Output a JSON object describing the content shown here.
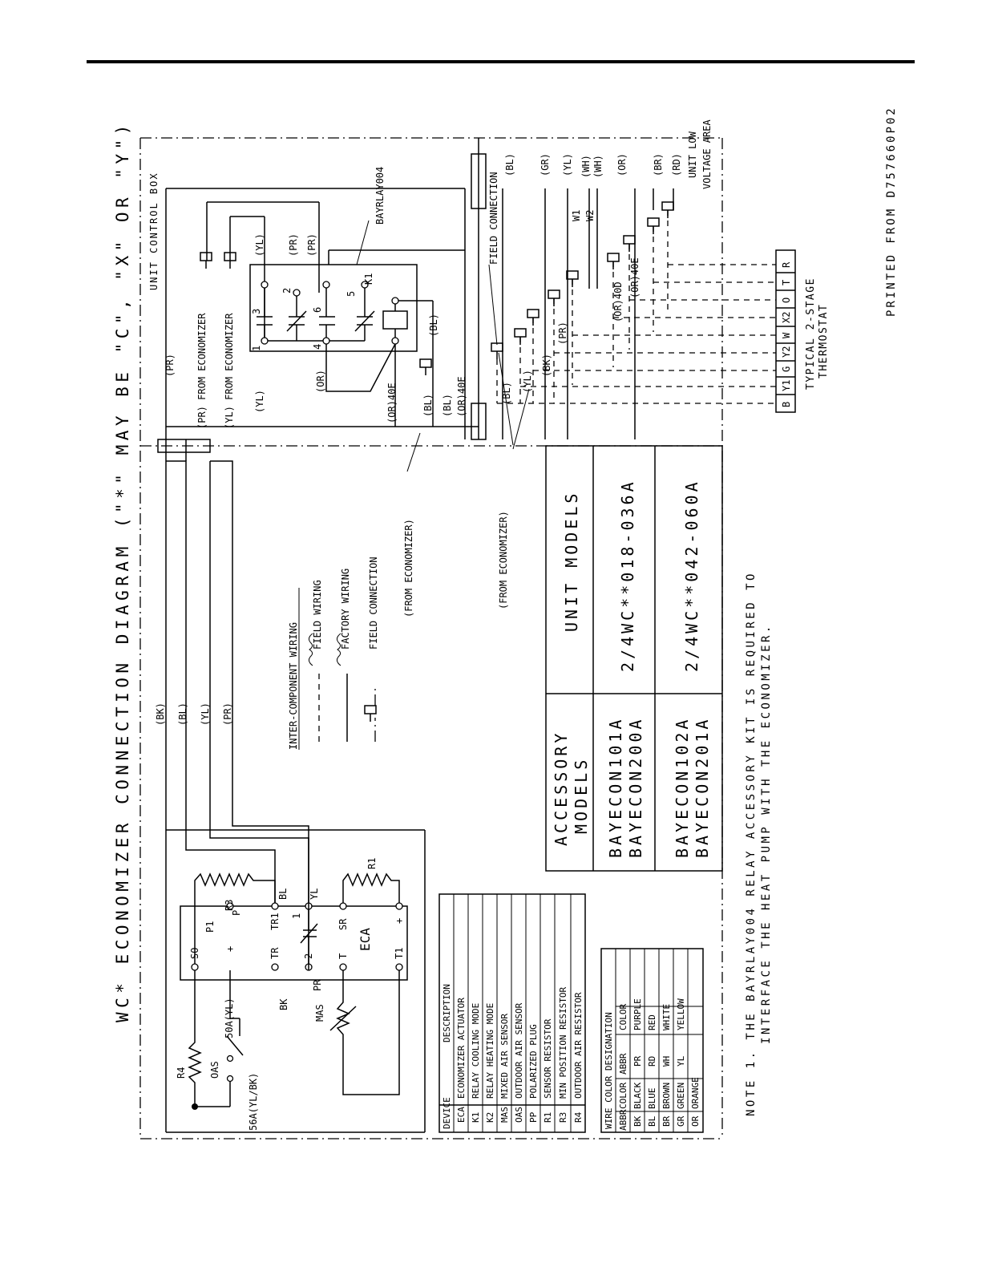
{
  "title": "WC* ECONOMIZER CONNECTION DIAGRAM (\"*\" MAY BE \"C\", \"X\" OR \"Y\")",
  "printed_from": "PRINTED FROM D757660P02",
  "note": {
    "line1": "NOTE 1. THE BAYRLAY004 RELAY ACCESSORY KIT IS REQUIRED TO",
    "line2": "INTERFACE THE HEAT PUMP WITH THE ECONOMIZER."
  },
  "labels": {
    "unit_control_box": "UNIT CONTROL BOX",
    "bayrlay": "BAYRLAY004",
    "field_connection": "FIELD CONNECTION",
    "unit_low_voltage_1": "UNIT LOW",
    "unit_low_voltage_2": "VOLTAGE AREA",
    "from_economizer": "(FROM ECONOMIZER)",
    "pr": "(PR)",
    "pr_from_econ": "(PR) FROM ECONOMIZER",
    "yl_from_econ": "(YL) FROM ECONOMIZER",
    "yl": "(YL)",
    "or": "(OR)",
    "or40e": "(OR)40E",
    "or40d": "(OR)40D",
    "bl": "(BL)",
    "bk": "(BK)",
    "gr": "(GR)",
    "wh": "(WH)",
    "br": "(BR)",
    "rd": "(RD)",
    "w1": "W1",
    "w2": "W2",
    "k1": "K1",
    "eca": "ECA",
    "mas": "MAS",
    "oas": "OAS",
    "r1": "R1",
    "r3": "R3",
    "r4": "R4",
    "t50a": "50A(YL)",
    "t56a": "56A(YL/BK)",
    "so": "SO",
    "p1": "P1",
    "p": "P",
    "plus": "+",
    "tr": "TR",
    "tr1": "TR1",
    "t": "T",
    "sr": "SR",
    "t1": "T1",
    "blw": "BL",
    "ylw": "YL",
    "pr_w": "PR",
    "bk_w": "BK",
    "n1": "1",
    "n2": "2",
    "n3": "3",
    "n4": "4",
    "n5": "5",
    "n6": "6"
  },
  "thermostat": {
    "title_1": "TYPICAL 2-STAGE",
    "title_2": "THERMOSTAT",
    "terminals": [
      "B",
      "Y1",
      "G",
      "Y2",
      "W",
      "X2",
      "O",
      "T",
      "R"
    ]
  },
  "legend": {
    "title": "INTER-COMPONENT WIRING",
    "field_wiring": "FIELD WIRING",
    "factory_wiring": "FACTORY WIRING",
    "field_connection": "FIELD CONNECTION"
  },
  "models_table": {
    "header_accessory": [
      "ACCESSORY",
      "MODELS"
    ],
    "header_unit": "UNIT MODELS",
    "rows": [
      {
        "accessory": [
          "BAYECON101A",
          "BAYECON200A"
        ],
        "unit": "2/4WC**018-036A"
      },
      {
        "accessory": [
          "BAYECON102A",
          "BAYECON201A"
        ],
        "unit": "2/4WC**042-060A"
      }
    ]
  },
  "device_table": {
    "headers": [
      "DEVICE",
      "DESCRIPTION"
    ],
    "rows": [
      [
        "ECA",
        "ECONOMIZER ACTUATOR"
      ],
      [
        "K1",
        "RELAY COOLING MODE"
      ],
      [
        "K2",
        "RELAY HEATING MODE"
      ],
      [
        "MAS",
        "MIXED AIR SENSOR"
      ],
      [
        "OAS",
        "OUTDOOR AIR SENSOR"
      ],
      [
        "PP",
        "POLARIZED PLUG"
      ],
      [
        "R1",
        "SENSOR RESISTOR"
      ],
      [
        "R3",
        "MIN POSITION RESISTOR"
      ],
      [
        "R4",
        "OUTDOOR AIR RESISTOR"
      ]
    ]
  },
  "wire_table": {
    "title": "WIRE COLOR DESIGNATION",
    "headers": [
      "ABBR",
      "COLOR",
      "ABBR",
      "COLOR"
    ],
    "rows": [
      [
        "BK",
        "BLACK",
        "PR",
        "PURPLE"
      ],
      [
        "BL",
        "BLUE",
        "RD",
        "RED"
      ],
      [
        "BR",
        "BROWN",
        "WH",
        "WHITE"
      ],
      [
        "GR",
        "GREEN",
        "YL",
        "YELLOW"
      ],
      [
        "OR",
        "ORANGE",
        "",
        ""
      ]
    ]
  }
}
